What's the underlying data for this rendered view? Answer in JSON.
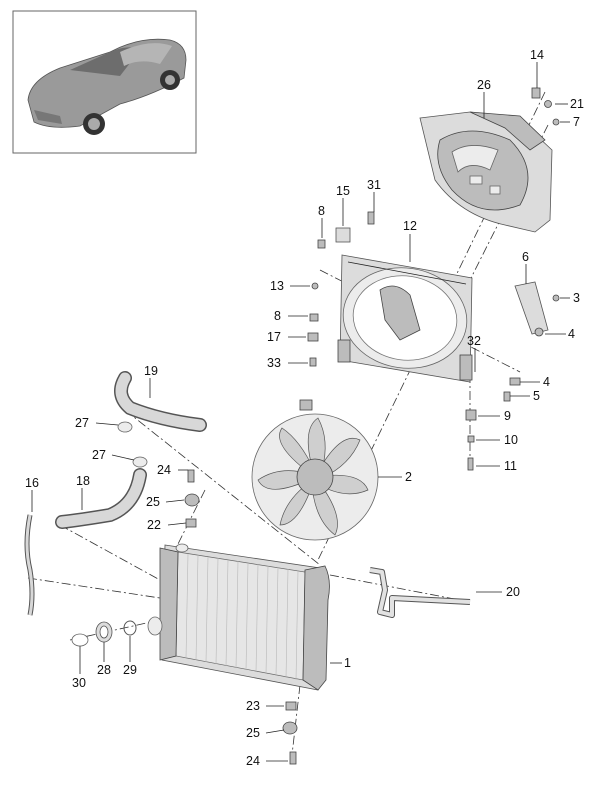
{
  "labels": {
    "p1": "1",
    "p2": "2",
    "p3": "3",
    "p4a": "4",
    "p4b": "4",
    "p5": "5",
    "p6": "6",
    "p7": "7",
    "p8a": "8",
    "p8b": "8",
    "p9": "9",
    "p10": "10",
    "p11": "11",
    "p12": "12",
    "p13": "13",
    "p14": "14",
    "p15": "15",
    "p16": "16",
    "p17": "17",
    "p18": "18",
    "p19": "19",
    "p20": "20",
    "p21": "21",
    "p22": "22",
    "p23": "23",
    "p24a": "24",
    "p24b": "24",
    "p25a": "25",
    "p25b": "25",
    "p26": "26",
    "p27a": "27",
    "p27b": "27",
    "p28": "28",
    "p29": "29",
    "p30": "30",
    "p31": "31",
    "p32": "32",
    "p33": "33"
  }
}
